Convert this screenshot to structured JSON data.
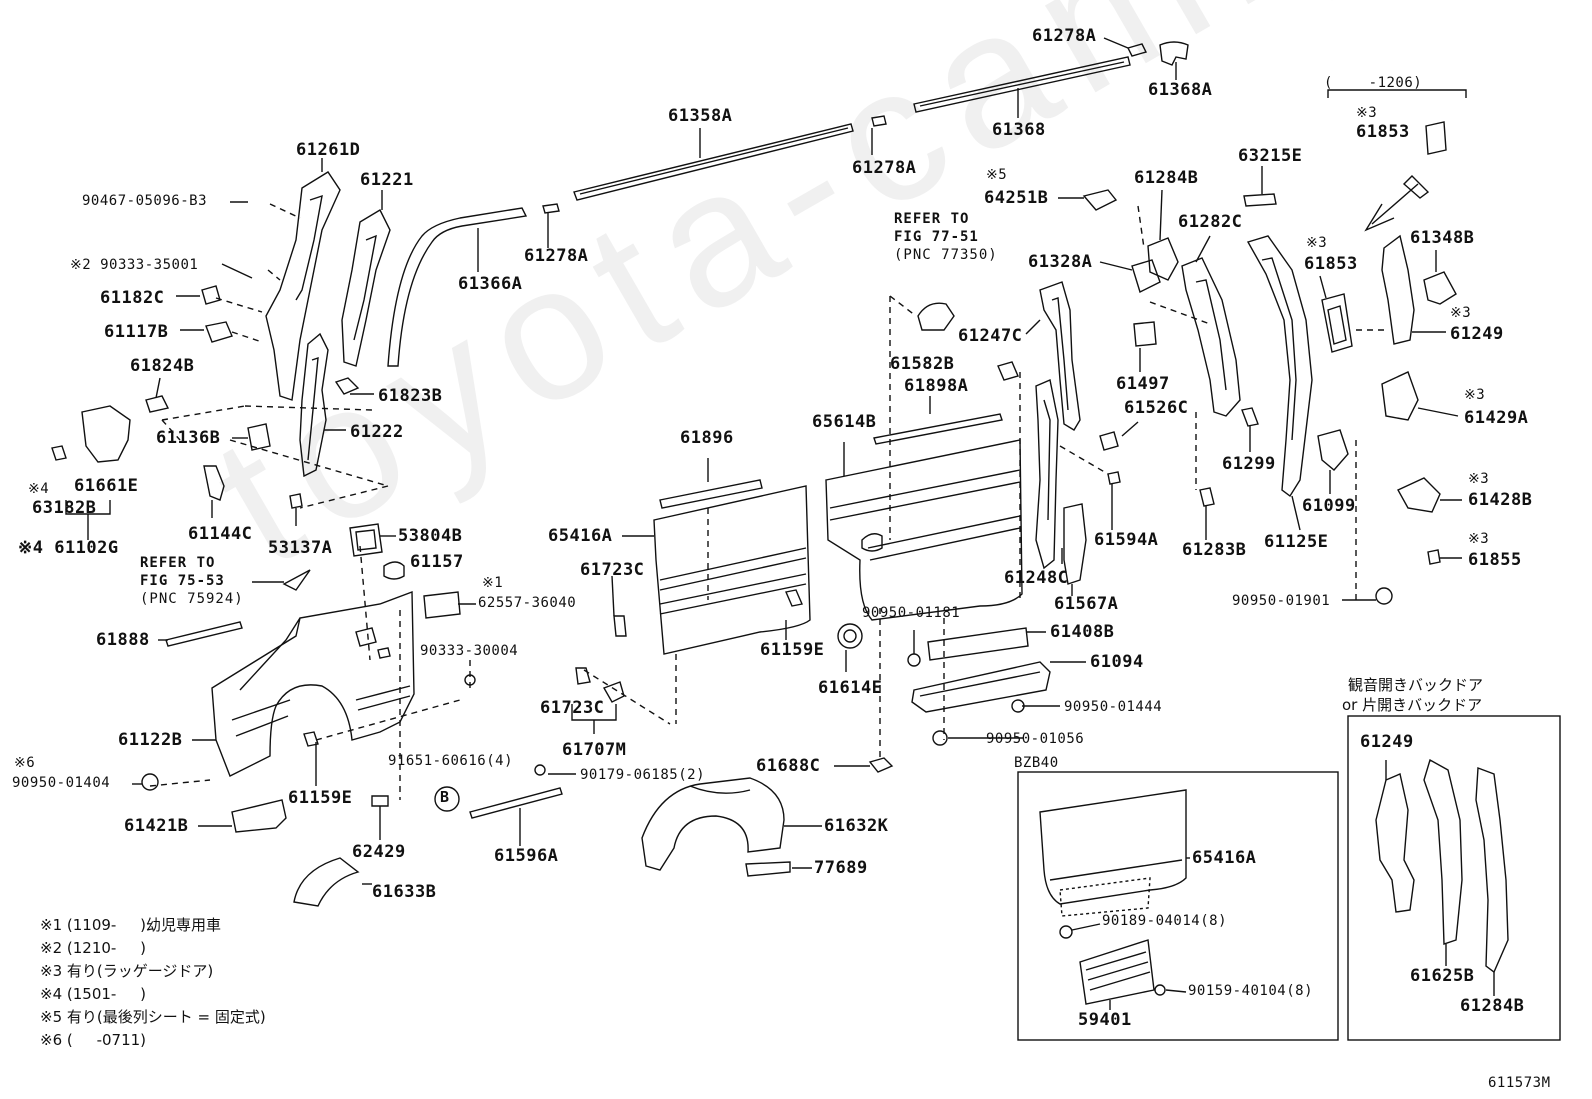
{
  "watermark": "toyota-camry.ru",
  "drawing_id": "611573M",
  "inset_box": {
    "title": "BZB40"
  },
  "inset_right_title": [
    "観音開きバックドア",
    "or 片開きバックドア"
  ],
  "bracket_note": "(    -1206)",
  "notes": [
    "※1 (1109-     )幼児専用車",
    "※2 (1210-     )",
    "※3 有り(ラッゲージドア)",
    "※4 (1501-     )",
    "※5 有り(最後列シート = 固定式)",
    "※6 (     -0711)"
  ],
  "refs": [
    {
      "lines": [
        "REFER TO",
        "FIG 77-51",
        "(PNC 77350)"
      ]
    },
    {
      "lines": [
        "REFER TO",
        "FIG 75-53",
        "(PNC 75924)"
      ]
    }
  ],
  "labels": [
    "61278A",
    "61368A",
    "61358A",
    "61368",
    "61278A",
    "61261D",
    "61221",
    "90467-05096-B3",
    "※2 90333-35001",
    "61182C",
    "61117B",
    "61366A",
    "61278A",
    "61824B",
    "61823B",
    "61136B",
    "61222",
    "※4",
    "61661E",
    "63182B",
    "※4 61102G",
    "61144C",
    "53137A",
    "53804B",
    "61157",
    "※1",
    "62557-36040",
    "61888",
    "90333-30004",
    "61122B",
    "※6",
    "90950-01404",
    "61159E",
    "61421B",
    "62429",
    "91651-60616(4)",
    "90179-06185(2)",
    "61596A",
    "61633B",
    "61896",
    "65416A",
    "61723C",
    "61723C",
    "61707M",
    "61159E",
    "61614E",
    "61688C",
    "61632K",
    "77689",
    "65614B",
    "61898A",
    "61582B",
    "90950-01181",
    "61408B",
    "61094",
    "90950-01444",
    "90950-01056",
    "※5",
    "64251B",
    "61328A",
    "61284B",
    "61282C",
    "61247C",
    "61497",
    "61526C",
    "61594A",
    "61248C",
    "61567A",
    "61299",
    "61283B",
    "63215E",
    "61125E",
    "61099",
    "90950-01901",
    "※3",
    "61853",
    "※3",
    "61853",
    "61348B",
    "※3",
    "61249",
    "※3",
    "61429A",
    "※3",
    "61428B",
    "※3",
    "61855",
    "65416A",
    "90189-04014(8)",
    "90159-40104(8)",
    "59401",
    "61249",
    "61625B",
    "61284B"
  ]
}
